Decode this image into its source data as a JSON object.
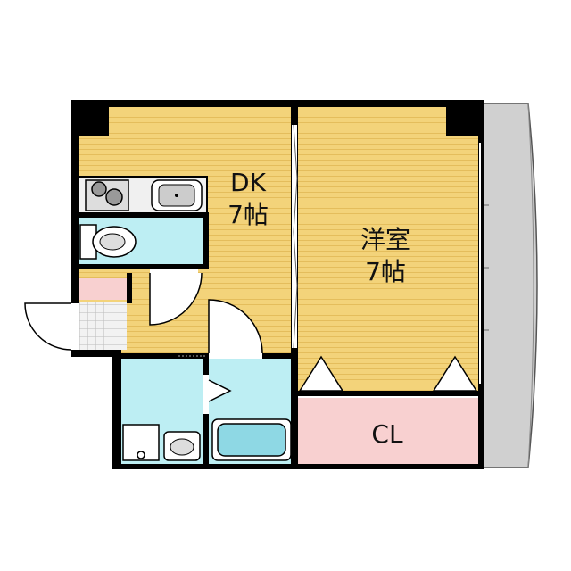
{
  "rooms": {
    "dk": {
      "name": "DK",
      "size": "7帖"
    },
    "western": {
      "name": "洋室",
      "size": "7帖"
    },
    "closet": {
      "name": "CL"
    }
  },
  "colors": {
    "floor_wood": "#F3D37A",
    "floor_wood_line": "#E4BD5C",
    "wet_area": "#BDEEF3",
    "closet": "#F8D0D0",
    "tile": "#E8E8E8",
    "balcony": "#D0D0D0",
    "wall": "#000000"
  },
  "icons": [
    "stove-icon",
    "sink-icon",
    "toilet-icon",
    "washbasin-icon",
    "washer-drain-icon",
    "bathtub-icon"
  ]
}
